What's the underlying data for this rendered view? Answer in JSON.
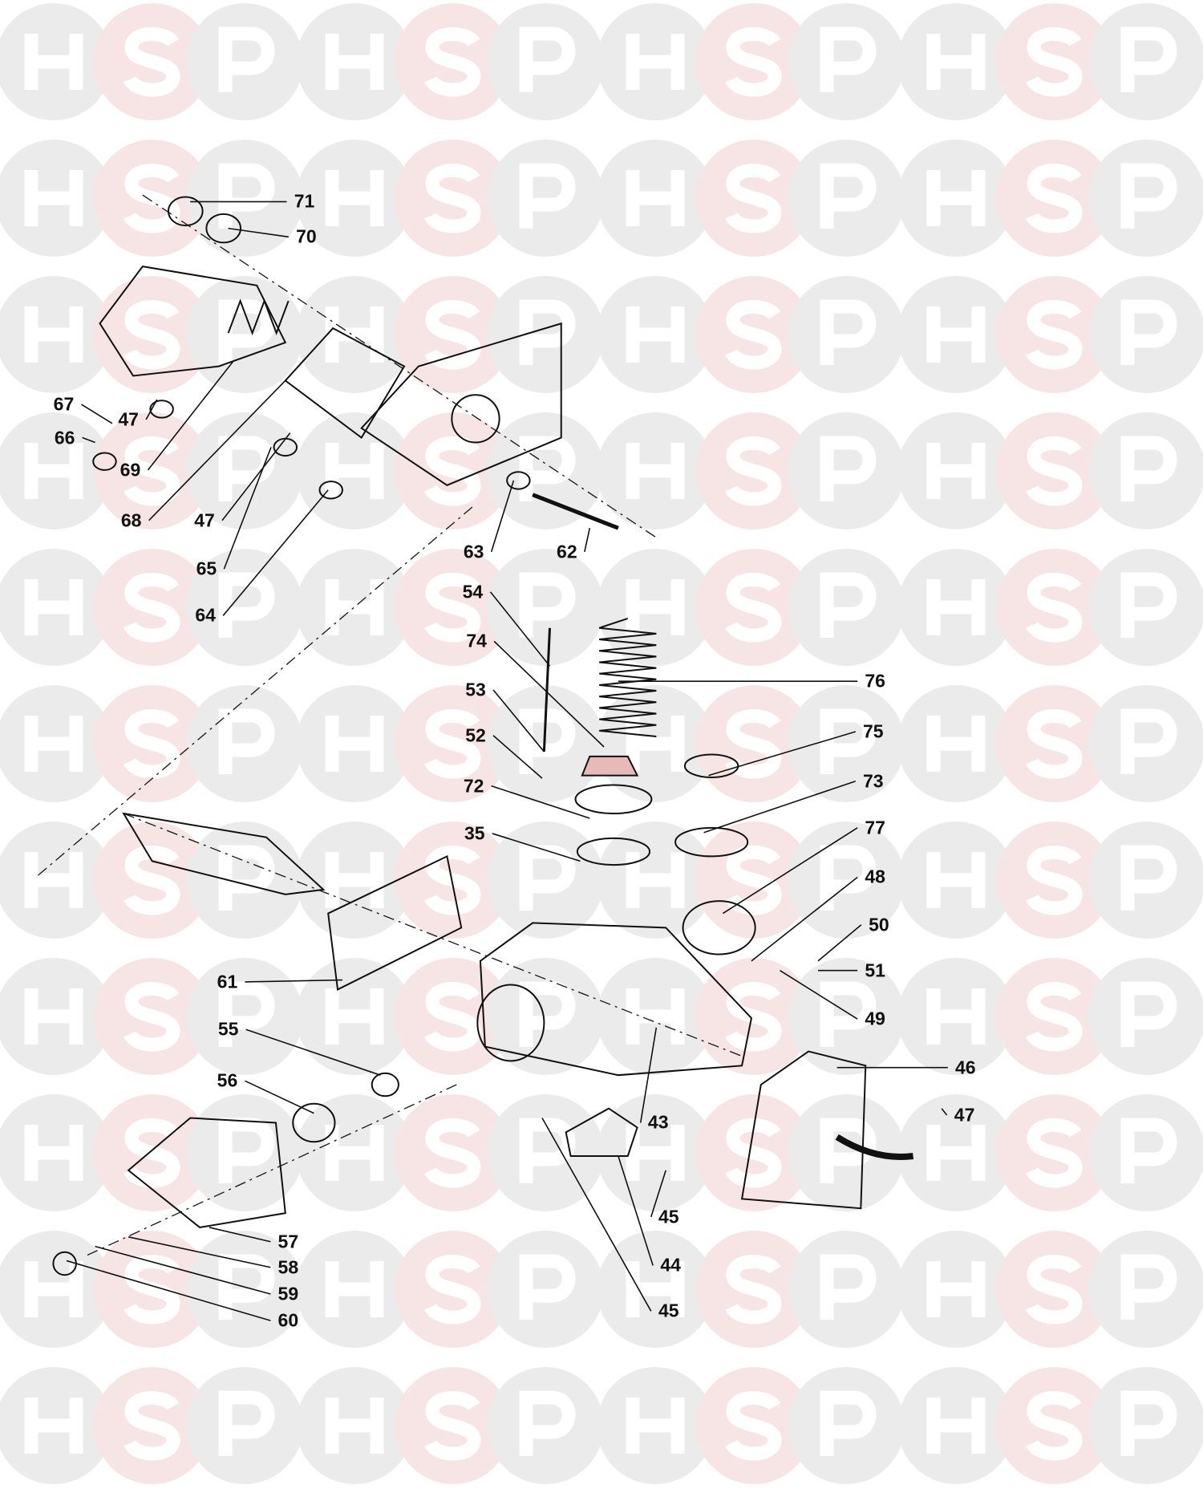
{
  "watermark": {
    "letters": [
      "H",
      "S",
      "P"
    ],
    "grey": "#ebebeb",
    "pink": "#f7e5e5"
  },
  "part_labels": [
    "71",
    "70",
    "67",
    "47",
    "66",
    "69",
    "68",
    "47",
    "65",
    "64",
    "63",
    "62",
    "54",
    "74",
    "76",
    "53",
    "52",
    "75",
    "72",
    "73",
    "35",
    "77",
    "48",
    "50",
    "61",
    "51",
    "49",
    "55",
    "46",
    "56",
    "43",
    "47",
    "45",
    "57",
    "44",
    "58",
    "59",
    "45",
    "60"
  ]
}
